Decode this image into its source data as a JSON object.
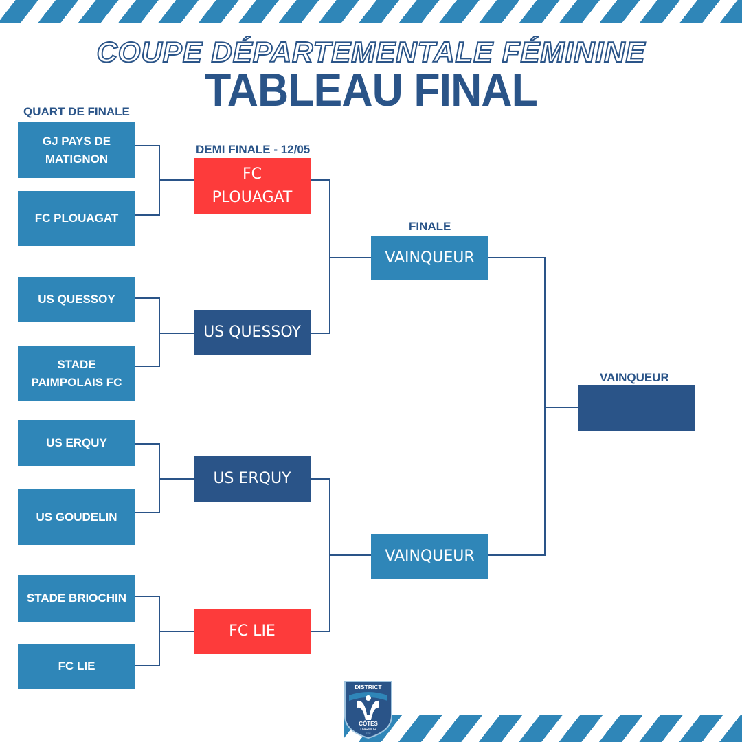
{
  "header": {
    "subtitle": "COUPE DÉPARTEMENTALE FÉMININE",
    "title": "TABLEAU FINAL"
  },
  "rounds": {
    "quarter_label": "QUART DE FINALE",
    "semi_label": "DEMI FINALE - 12/05",
    "final_label": "FINALE",
    "winner_label": "VAINQUEUR"
  },
  "quarter_finals": [
    {
      "team": "GJ PAYS DE MATIGNON"
    },
    {
      "team": "FC PLOUAGAT"
    },
    {
      "team": "US QUESSOY"
    },
    {
      "team": "STADE PAIMPOLAIS FC"
    },
    {
      "team": "US ERQUY"
    },
    {
      "team": "US GOUDELIN"
    },
    {
      "team": "STADE BRIOCHIN"
    },
    {
      "team": "FC LIE"
    }
  ],
  "semi_finals": [
    {
      "team": "FC PLOUAGAT",
      "color": "#fd3b3b"
    },
    {
      "team": "US QUESSOY",
      "color": "#2a5488"
    },
    {
      "team": "US ERQUY",
      "color": "#2a5488"
    },
    {
      "team": "FC LIE",
      "color": "#fd3b3b"
    }
  ],
  "finals": [
    {
      "team": "VAINQUEUR"
    },
    {
      "team": "VAINQUEUR"
    }
  ],
  "winner": {
    "team": ""
  },
  "logo": {
    "top_text": "DISTRICT",
    "bottom_text": "CÔTES D'ARMOR",
    "small_text": "FFF"
  },
  "colors": {
    "light_blue": "#2f86b8",
    "dark_blue": "#2a5488",
    "red": "#fd3b3b"
  }
}
